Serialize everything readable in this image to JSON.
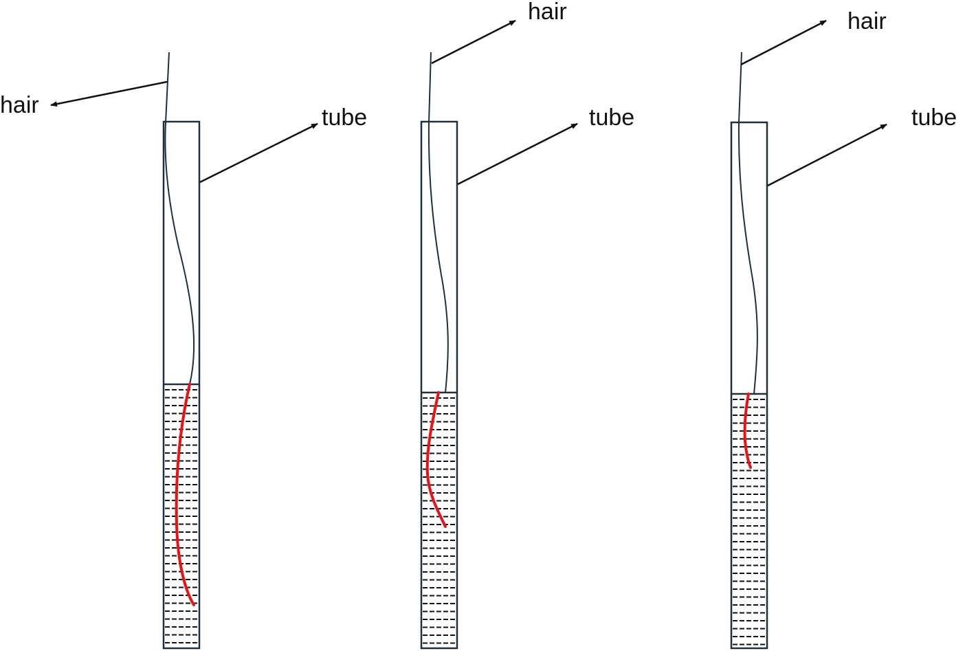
{
  "colors": {
    "tube_stroke": "#1e2f3d",
    "hair_stroke": "#1e2f3d",
    "liquid_lines": "#111111",
    "submerged_hair": "#ee1111",
    "arrow": "#111111"
  },
  "panels": [
    {
      "hair_label": "hair",
      "tube_label": "tube"
    },
    {
      "hair_label": "hair",
      "tube_label": "tube"
    },
    {
      "hair_label": "hair",
      "tube_label": "tube"
    }
  ]
}
